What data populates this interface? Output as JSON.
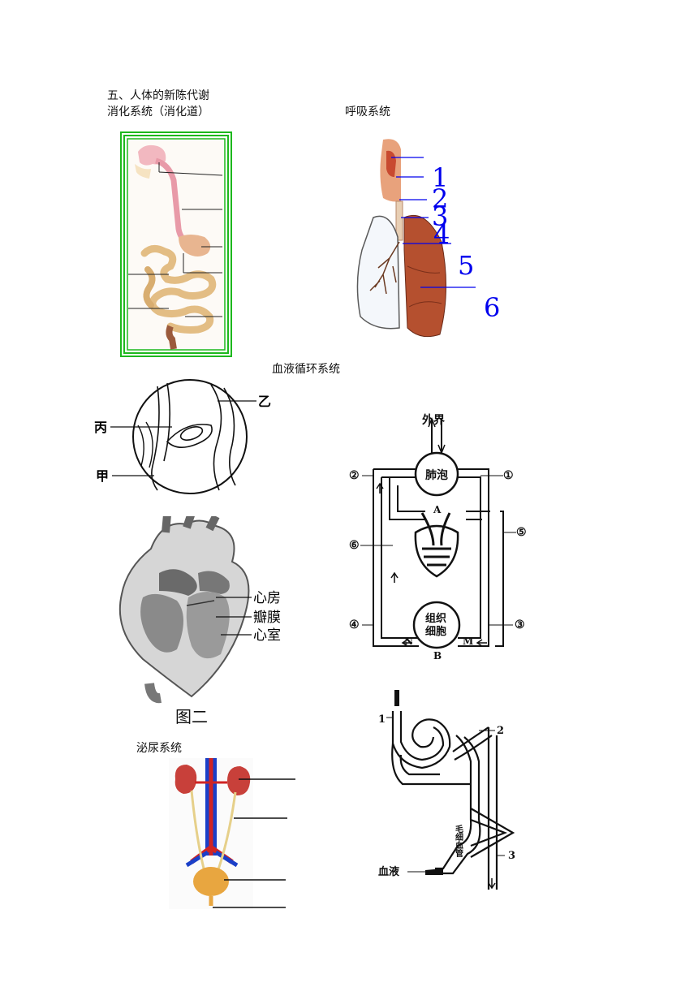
{
  "header": {
    "section_title": "五、人体的新陈代谢",
    "digestive_title": "消化系统（消化道）",
    "respiratory_title": "呼吸系统",
    "circulatory_title": "血液循环系统",
    "urinary_title": "泌尿系统"
  },
  "respiratory": {
    "labels": [
      "1",
      "2",
      "3",
      "4",
      "5",
      "6"
    ]
  },
  "capillary": {
    "label_a": "乙",
    "label_b": "丙",
    "label_c": "甲"
  },
  "heart": {
    "label_atrium": "心房",
    "label_valve": "瓣膜",
    "label_ventricle": "心室",
    "caption": "图二"
  },
  "circulation": {
    "outside": "外界",
    "alveoli": "肺泡",
    "tissue_l1": "组织",
    "tissue_l2": "细胞",
    "letter_a": "A",
    "letter_b": "B",
    "letter_n": "N",
    "letter_m": "M",
    "num1": "①",
    "num2": "②",
    "num3": "③",
    "num4": "④",
    "num5": "⑤",
    "num6": "⑥"
  },
  "nephron": {
    "num1": "1",
    "num2": "2",
    "num3": "3",
    "capillary": "毛细血管",
    "blood": "血液"
  }
}
